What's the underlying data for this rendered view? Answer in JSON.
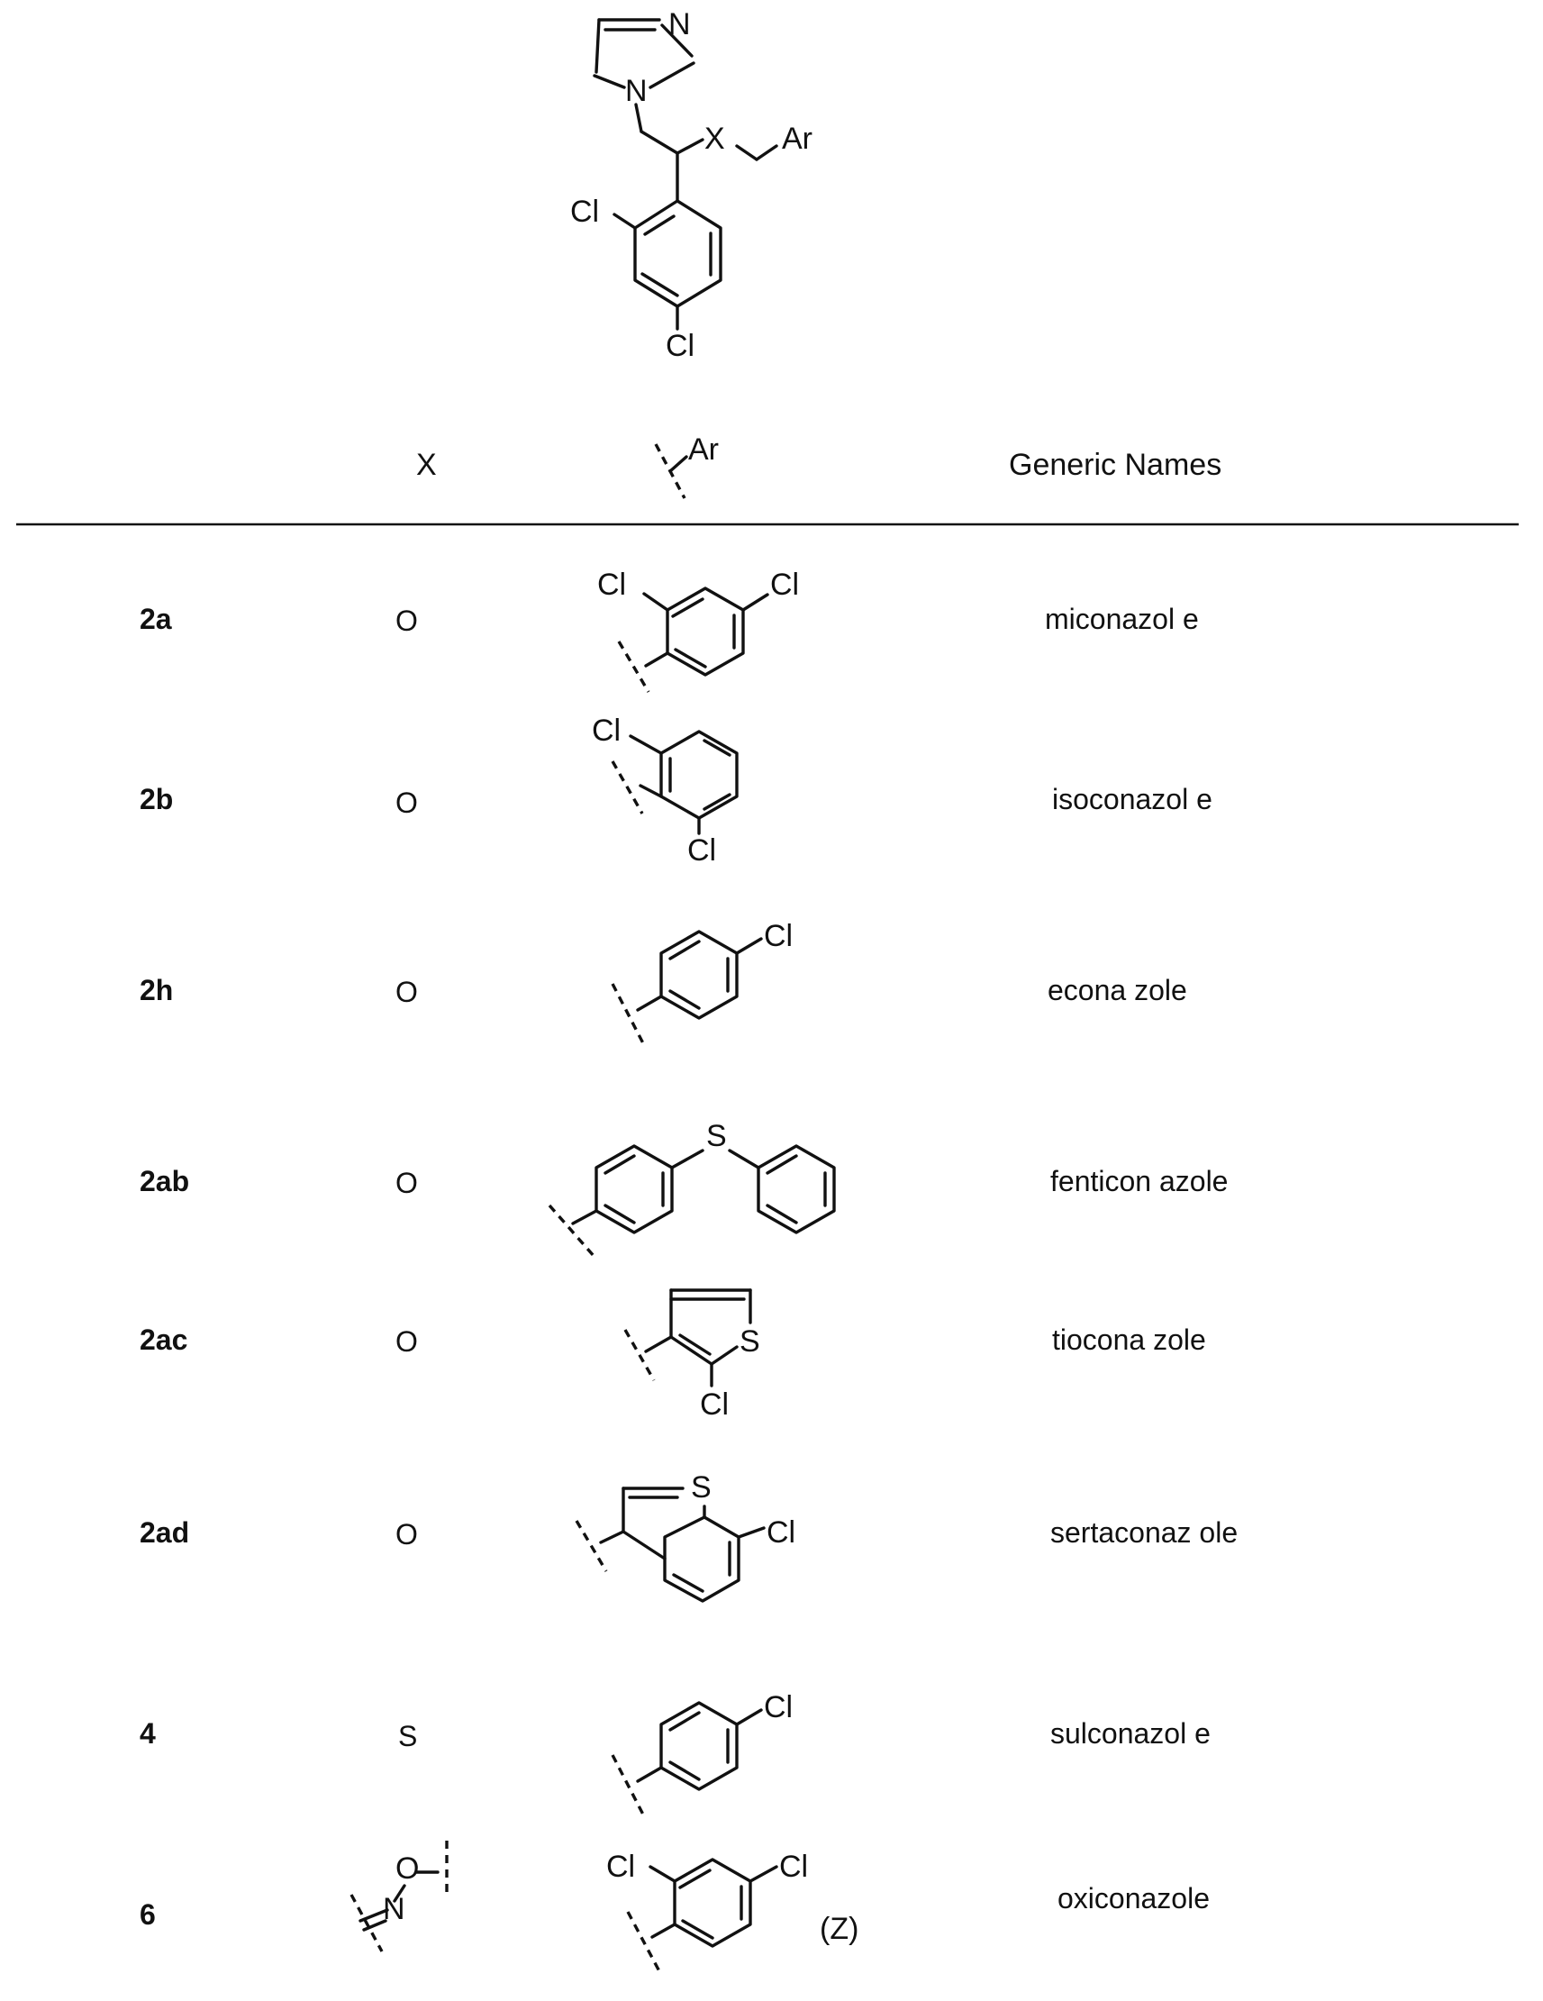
{
  "core": {
    "labels": {
      "n_top": "N",
      "n_ring": "N",
      "x": "X",
      "ar": "Ar",
      "cl_ortho": "Cl",
      "cl_para": "Cl"
    }
  },
  "header": {
    "x": "X",
    "ar": "Ar",
    "names": "Generic Names"
  },
  "rows": [
    {
      "id": "2a",
      "x": "O",
      "name": "miconazol e",
      "labels": [
        "Cl",
        "Cl"
      ]
    },
    {
      "id": "2b",
      "x": "O",
      "name": "isoconazol e",
      "labels": [
        "Cl",
        "Cl"
      ]
    },
    {
      "id": "2h",
      "x": "O",
      "name": "econa zole",
      "labels": [
        "Cl"
      ]
    },
    {
      "id": "2ab",
      "x": "O",
      "name": "fenticon azole",
      "labels": [
        "S"
      ]
    },
    {
      "id": "2ac",
      "x": "O",
      "name": "tiocona zole",
      "labels": [
        "S",
        "Cl"
      ]
    },
    {
      "id": "2ad",
      "x": "O",
      "name": "sertaconaz ole",
      "labels": [
        "S",
        "Cl"
      ]
    },
    {
      "id": "4",
      "x": "S",
      "name": "sulconazol e",
      "labels": [
        "Cl"
      ]
    },
    {
      "id": "6",
      "x": "",
      "name": "oxiconazole",
      "labels": [
        "Cl",
        "Cl"
      ],
      "x_labels": [
        "O",
        "N"
      ],
      "stereo": "(Z)"
    }
  ]
}
